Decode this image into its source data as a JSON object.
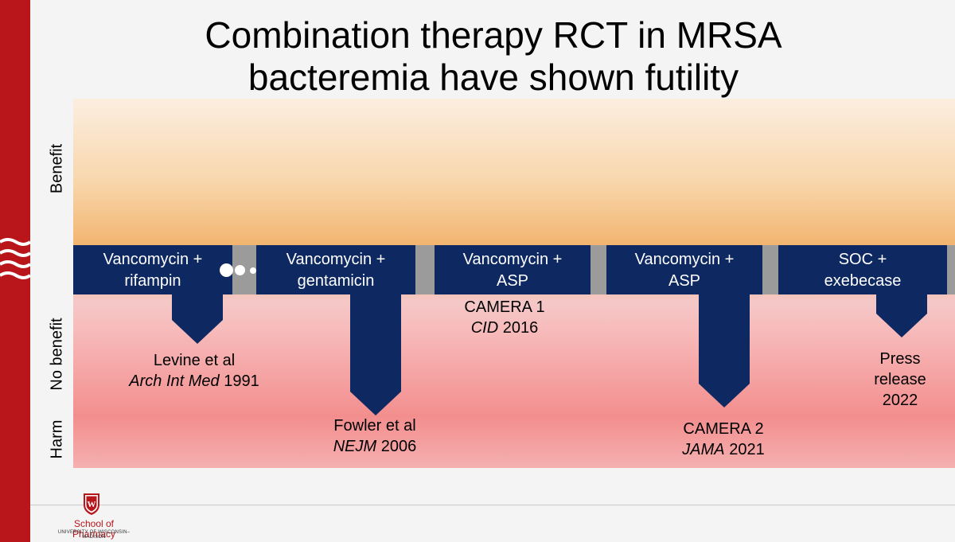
{
  "slide": {
    "title_line1": "Combination therapy RCT in MRSA",
    "title_line2": "bacteremia have shown futility",
    "y_labels": {
      "benefit": "Benefit",
      "no_benefit": "No benefit",
      "harm": "Harm"
    }
  },
  "studies": [
    {
      "drug_line1": "Vancomycin +",
      "drug_line2": "rifampin",
      "cite_line1": "Levine et al",
      "cite_journal": "Arch Int Med",
      "cite_year": "1991",
      "outcome": "no benefit"
    },
    {
      "drug_line1": "Vancomycin +",
      "drug_line2": "gentamicin",
      "cite_line1": "Fowler et al",
      "cite_journal": "NEJM",
      "cite_year": "2006",
      "outcome": "harm"
    },
    {
      "drug_line1": "Vancomycin +",
      "drug_line2": "ASP",
      "cite_line1": "CAMERA 1",
      "cite_journal": "CID",
      "cite_year": "2016",
      "outcome": "no benefit"
    },
    {
      "drug_line1": "Vancomycin +",
      "drug_line2": "ASP",
      "cite_line1": "CAMERA 2",
      "cite_journal": "JAMA",
      "cite_year": "2021",
      "outcome": "harm"
    },
    {
      "drug_line1": "SOC +",
      "drug_line2": "exebecase",
      "cite_line1": "Press",
      "cite_line2": "release",
      "cite_year": "2022",
      "outcome": "no benefit"
    }
  ],
  "footer": {
    "school": "School of Pharmacy",
    "university": "UNIVERSITY OF WISCONSIN–MADISON",
    "crest_letter": "W"
  },
  "colors": {
    "brand_red": "#b8161b",
    "navy": "#0e2861",
    "separator_gray": "#9b9b9b"
  }
}
